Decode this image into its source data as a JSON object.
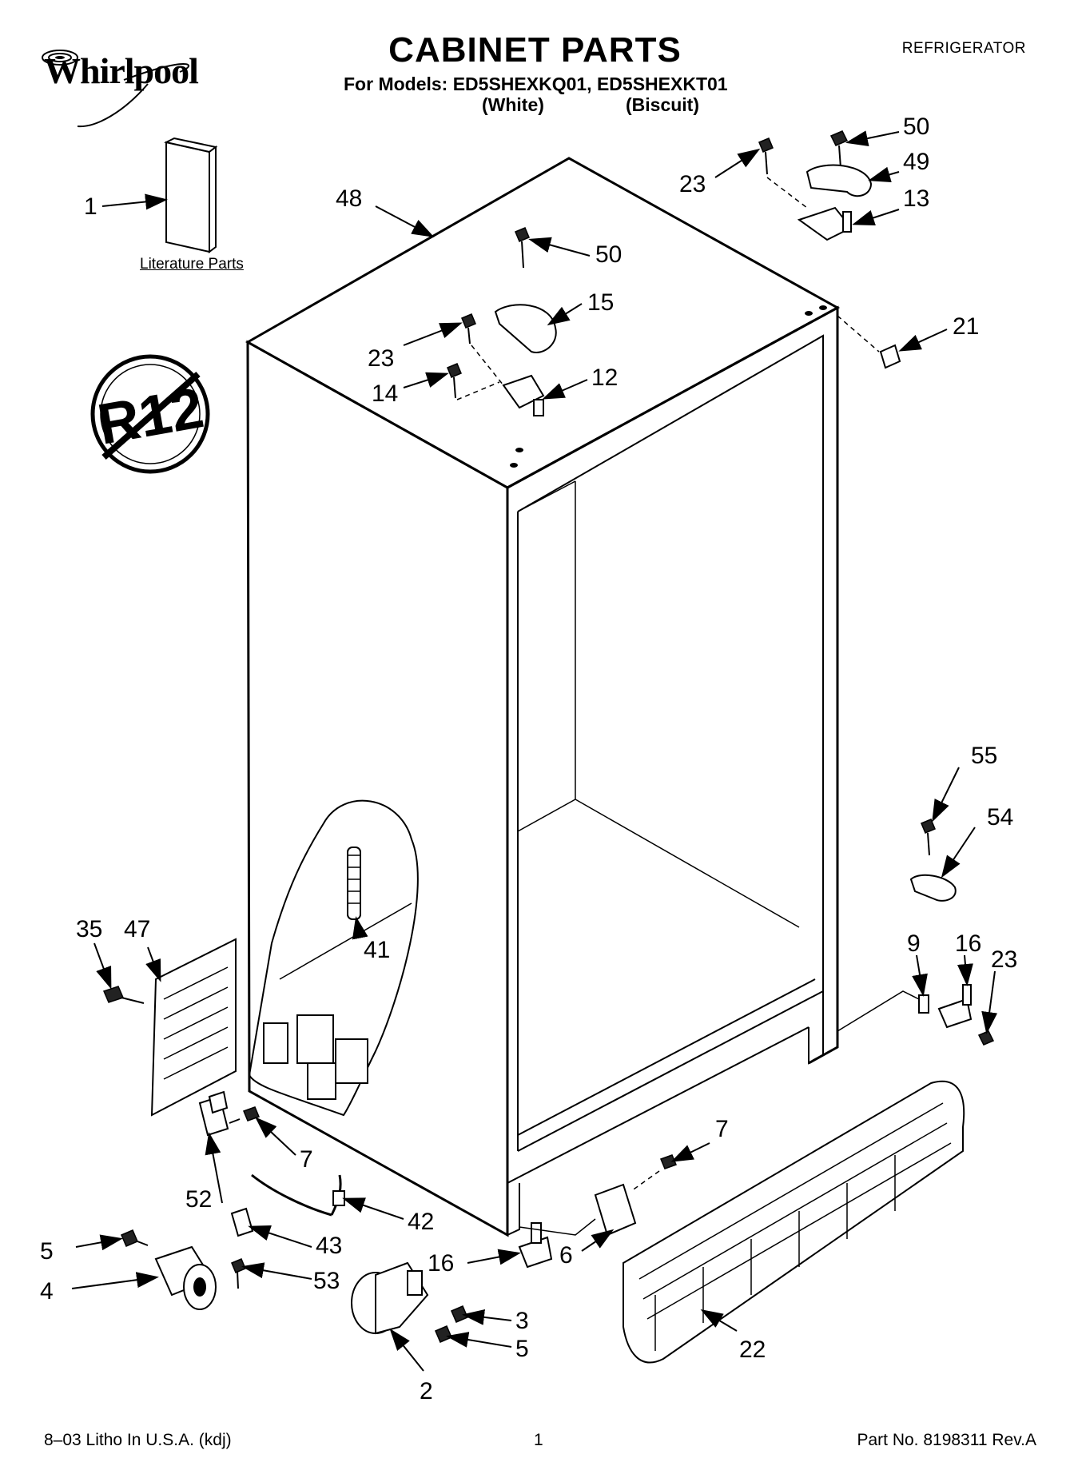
{
  "header": {
    "brand": "Whirlpool",
    "title": "CABINET PARTS",
    "models_line": "For Models: ED5SHEXKQ01, ED5SHEXKT01",
    "color_white": "(White)",
    "color_biscuit": "(Biscuit)",
    "category": "REFRIGERATOR"
  },
  "diagram": {
    "literature_label": "Literature Parts",
    "no_r12_text": "R12",
    "callouts": [
      "1",
      "48",
      "23",
      "50",
      "49",
      "13",
      "50",
      "15",
      "23",
      "14",
      "12",
      "21",
      "55",
      "54",
      "41",
      "35",
      "47",
      "9",
      "16",
      "23",
      "7",
      "7",
      "52",
      "42",
      "43",
      "5",
      "53",
      "4",
      "16",
      "6",
      "3",
      "5",
      "2",
      "22"
    ]
  },
  "footer": {
    "left": "8–03 Litho In U.S.A. (kdj)",
    "center": "1",
    "right": "Part No. 8198311 Rev.A"
  }
}
